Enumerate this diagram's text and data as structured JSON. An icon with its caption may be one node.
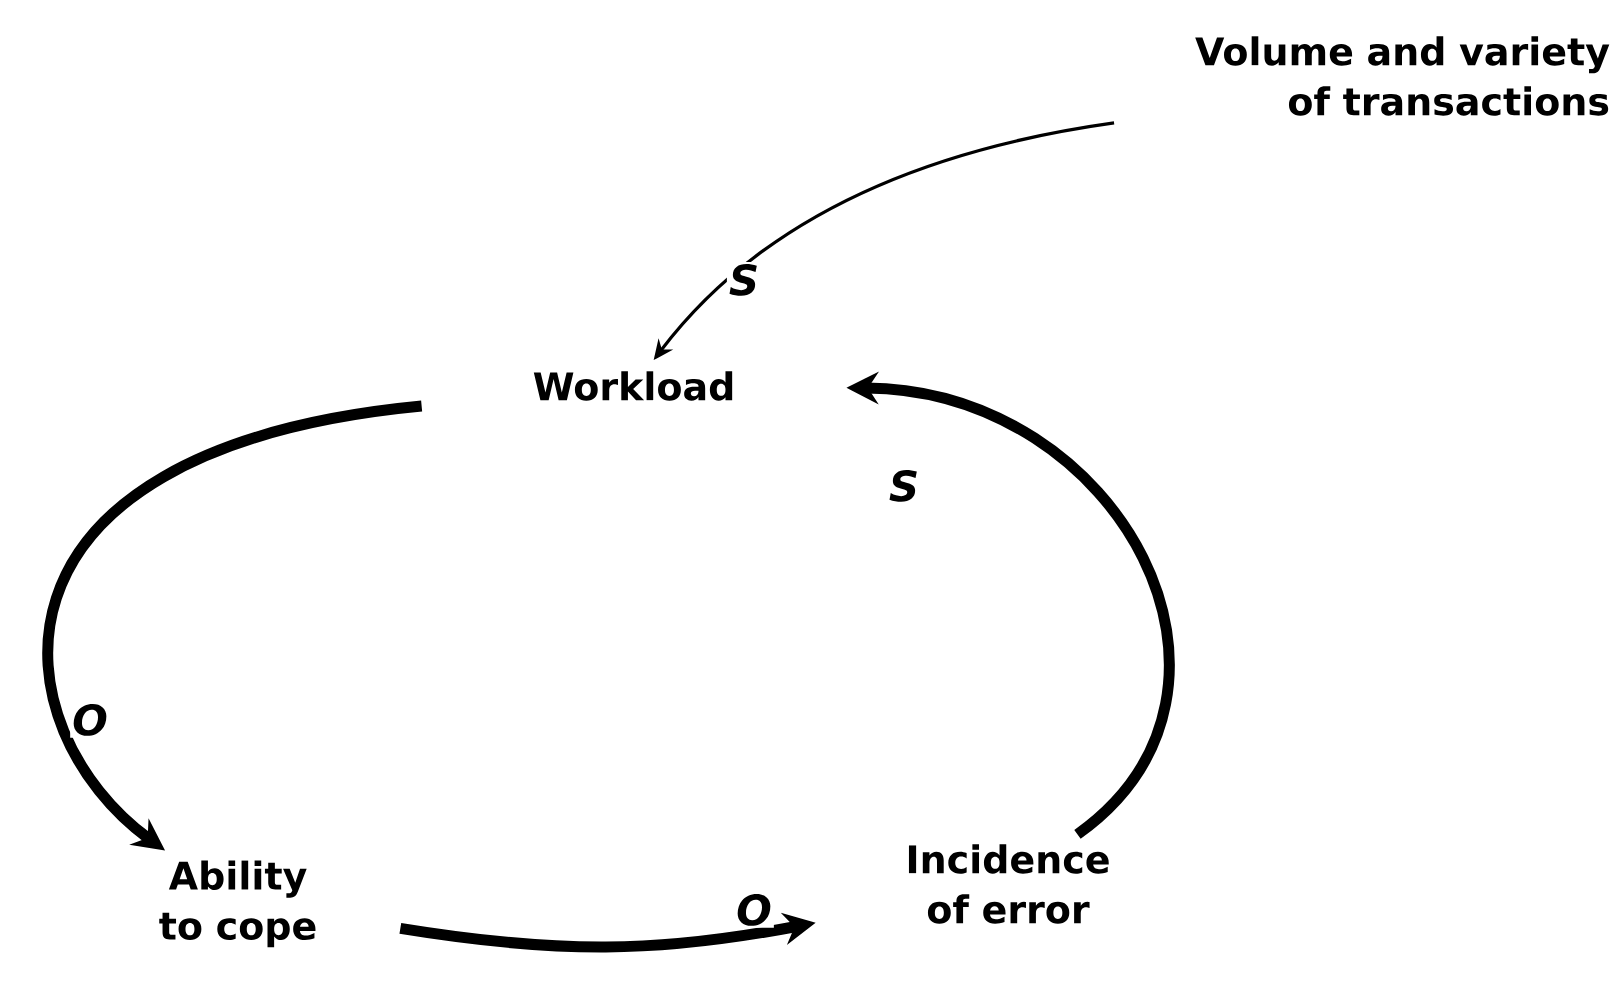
{
  "diagram": {
    "nodes": [
      {
        "text": [
          "Volume and variety of transactions"
        ]
      },
      {
        "text": [
          "Workload"
        ]
      },
      {
        "text": [
          "Ability to cope"
        ]
      },
      {
        "text": [
          "Incidence of error"
        ]
      }
    ],
    "edges": [
      {
        "from": 0,
        "to": 1,
        "arrow": "to",
        "label": "S"
      },
      {
        "from": 1,
        "to": 2,
        "arrow": "to",
        "label": "O"
      },
      {
        "from": 2,
        "to": 3,
        "arrow": "to",
        "label": "O"
      },
      {
        "from": 3,
        "to": 1,
        "arrow": "to",
        "label": "S"
      }
    ]
  }
}
